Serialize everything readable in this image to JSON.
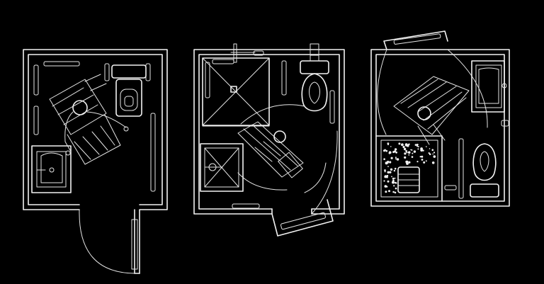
{
  "plans": [
    {
      "id": "plan-1",
      "fixtures": [
        "wheelchair",
        "toilet",
        "grab-bar",
        "basin",
        "door-swing"
      ]
    },
    {
      "id": "plan-2",
      "fixtures": [
        "shower",
        "wheelchair",
        "toilet",
        "grab-bar",
        "basin",
        "door-swing"
      ]
    },
    {
      "id": "plan-3",
      "fixtures": [
        "wheelchair",
        "basin",
        "shower-tray",
        "shower-seat",
        "toilet",
        "grab-bar",
        "door-swing"
      ]
    }
  ],
  "colors": {
    "background": "#000000",
    "line": "#f2f2f2"
  }
}
